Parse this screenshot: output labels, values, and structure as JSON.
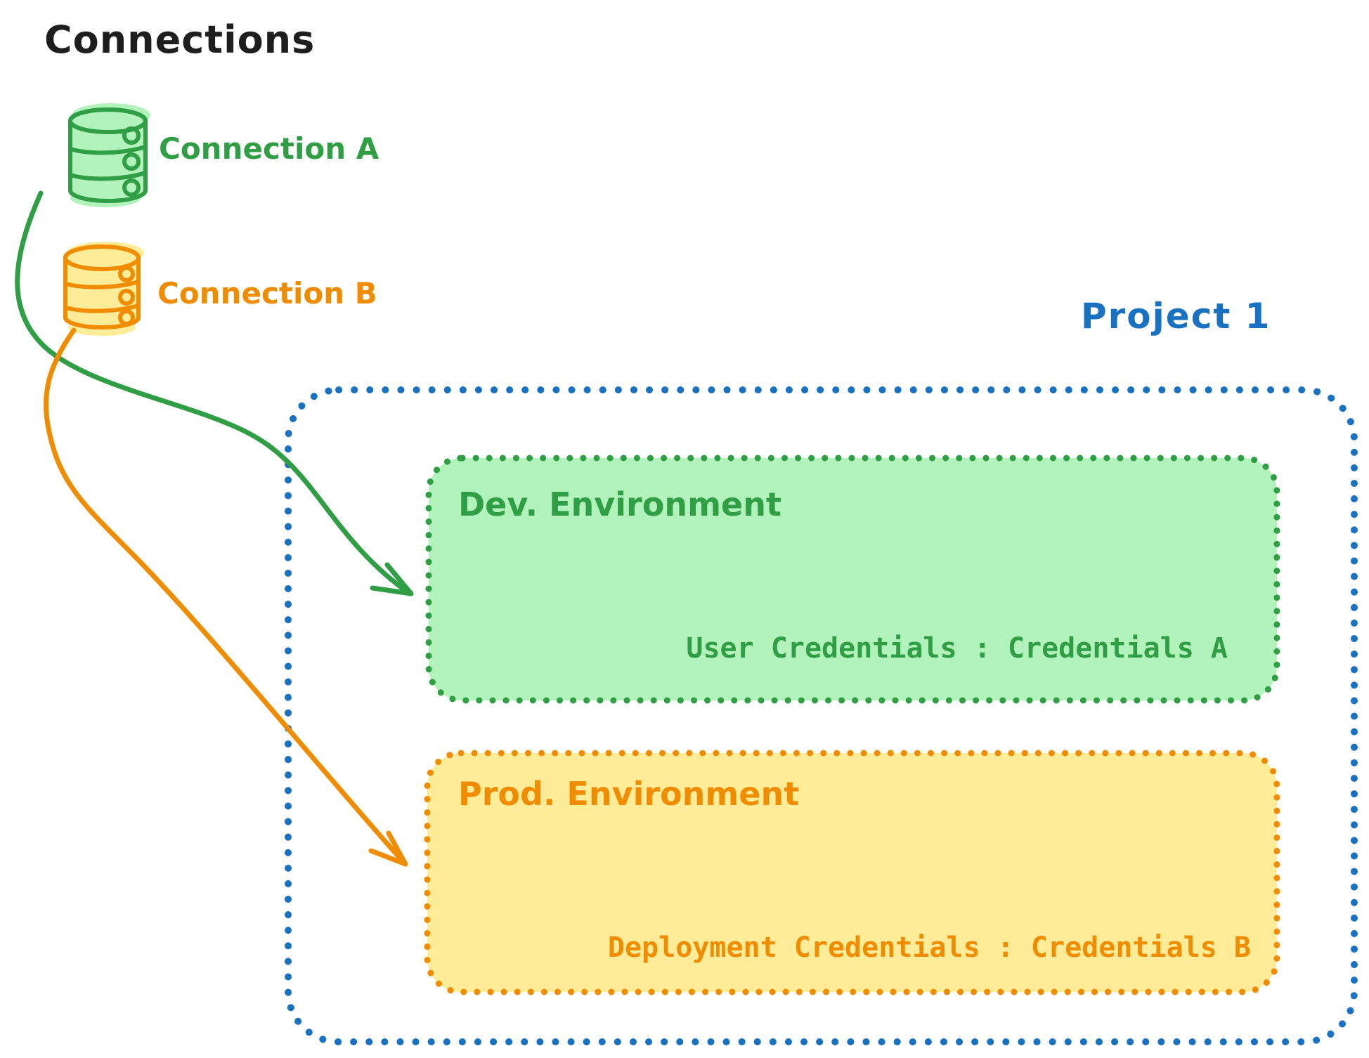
{
  "title": "Connections",
  "colors": {
    "black": "#1e1e1e",
    "blue": "#1971c2",
    "green": "#2f9e44",
    "green_fill": "#b2f2bb",
    "orange": "#f08c00",
    "orange_fill": "#ffec99",
    "background": "#ffffff"
  },
  "connections": [
    {
      "label": "Connection A",
      "icon": "database-icon",
      "color": "#2f9e44"
    },
    {
      "label": "Connection B",
      "icon": "database-icon",
      "color": "#f08c00"
    }
  ],
  "project": {
    "title": "Project 1",
    "environments": [
      {
        "name": "Dev. Environment",
        "credentials": "User Credentials : Credentials A",
        "color": "#2f9e44"
      },
      {
        "name": "Prod. Environment",
        "credentials": "Deployment Credentials : Credentials B",
        "color": "#f08c00"
      }
    ]
  },
  "links": [
    {
      "from": "Connection A",
      "to": "Dev. Environment",
      "color": "#2f9e44"
    },
    {
      "from": "Connection B",
      "to": "Prod. Environment",
      "color": "#f08c00"
    }
  ]
}
